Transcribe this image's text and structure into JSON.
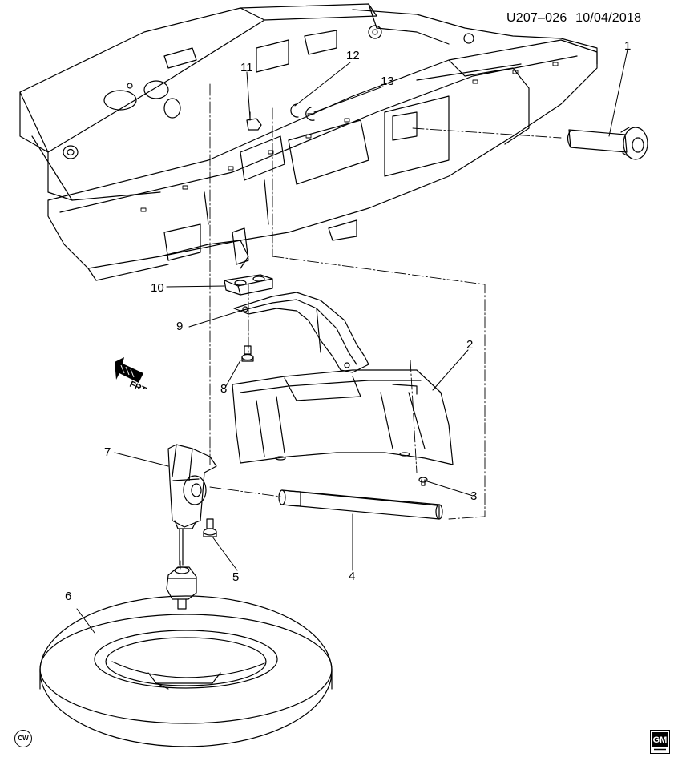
{
  "header": {
    "diagram_id": "U207–026",
    "date": "10/04/2018"
  },
  "callouts": [
    {
      "label": "1"
    },
    {
      "label": "2"
    },
    {
      "label": "3"
    },
    {
      "label": "4"
    },
    {
      "label": "5"
    },
    {
      "label": "6"
    },
    {
      "label": "7"
    },
    {
      "label": "8"
    },
    {
      "label": "9"
    },
    {
      "label": "10"
    },
    {
      "label": "11"
    },
    {
      "label": "12"
    },
    {
      "label": "13"
    }
  ],
  "direction_arrow": {
    "label": "FRT"
  },
  "badges": {
    "corner_mark": "CW",
    "logo_text": "GM"
  },
  "icons": [
    "frt-arrow-icon",
    "gm-logo-icon",
    "cw-mark-icon"
  ]
}
